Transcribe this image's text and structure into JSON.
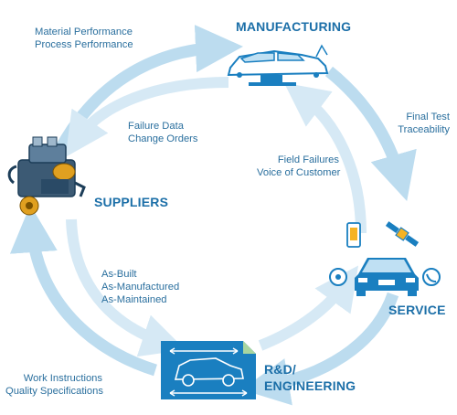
{
  "stages": {
    "manufacturing": "MANUFACTURING",
    "service": "SERVICE",
    "rd_line1": "R&D/",
    "rd_line2": "ENGINEERING",
    "suppliers": "SUPPLIERS"
  },
  "flows": {
    "outer_top": [
      "Material Performance",
      "Process Performance"
    ],
    "outer_right": [
      "Final Test",
      "Traceability"
    ],
    "outer_bottom": [
      "Work Instructions",
      "Quality Specifications"
    ],
    "inner_top": [
      "Failure Data",
      "Change Orders"
    ],
    "inner_right": [
      "Field Failures",
      "Voice of Customer"
    ],
    "inner_left": [
      "As-Built",
      "As-Manufactured",
      "As-Maintained"
    ]
  },
  "colors": {
    "outer_ring": "#bcdcef",
    "inner_ring": "#d6e9f5",
    "title": "#1c6fa8",
    "label": "#2a6f9e",
    "icon_blue": "#1a7fc0"
  }
}
